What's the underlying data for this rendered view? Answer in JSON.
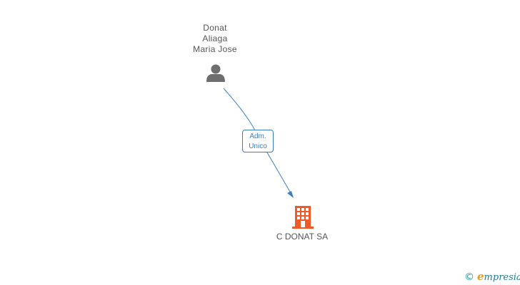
{
  "person": {
    "name_lines": [
      "Donat",
      "Aliaga",
      "Maria Jose"
    ],
    "icon": "person-icon",
    "color": "#6e6e6e"
  },
  "relation": {
    "label_lines": [
      "Adm.",
      "Unico"
    ],
    "color": "#3b7fc4"
  },
  "company": {
    "name": "C DONAT SA",
    "icon": "building-icon",
    "color": "#f05a28"
  },
  "watermark": {
    "copyright_symbol": "©",
    "brand_initial": "e",
    "brand_rest": "mpresia"
  }
}
